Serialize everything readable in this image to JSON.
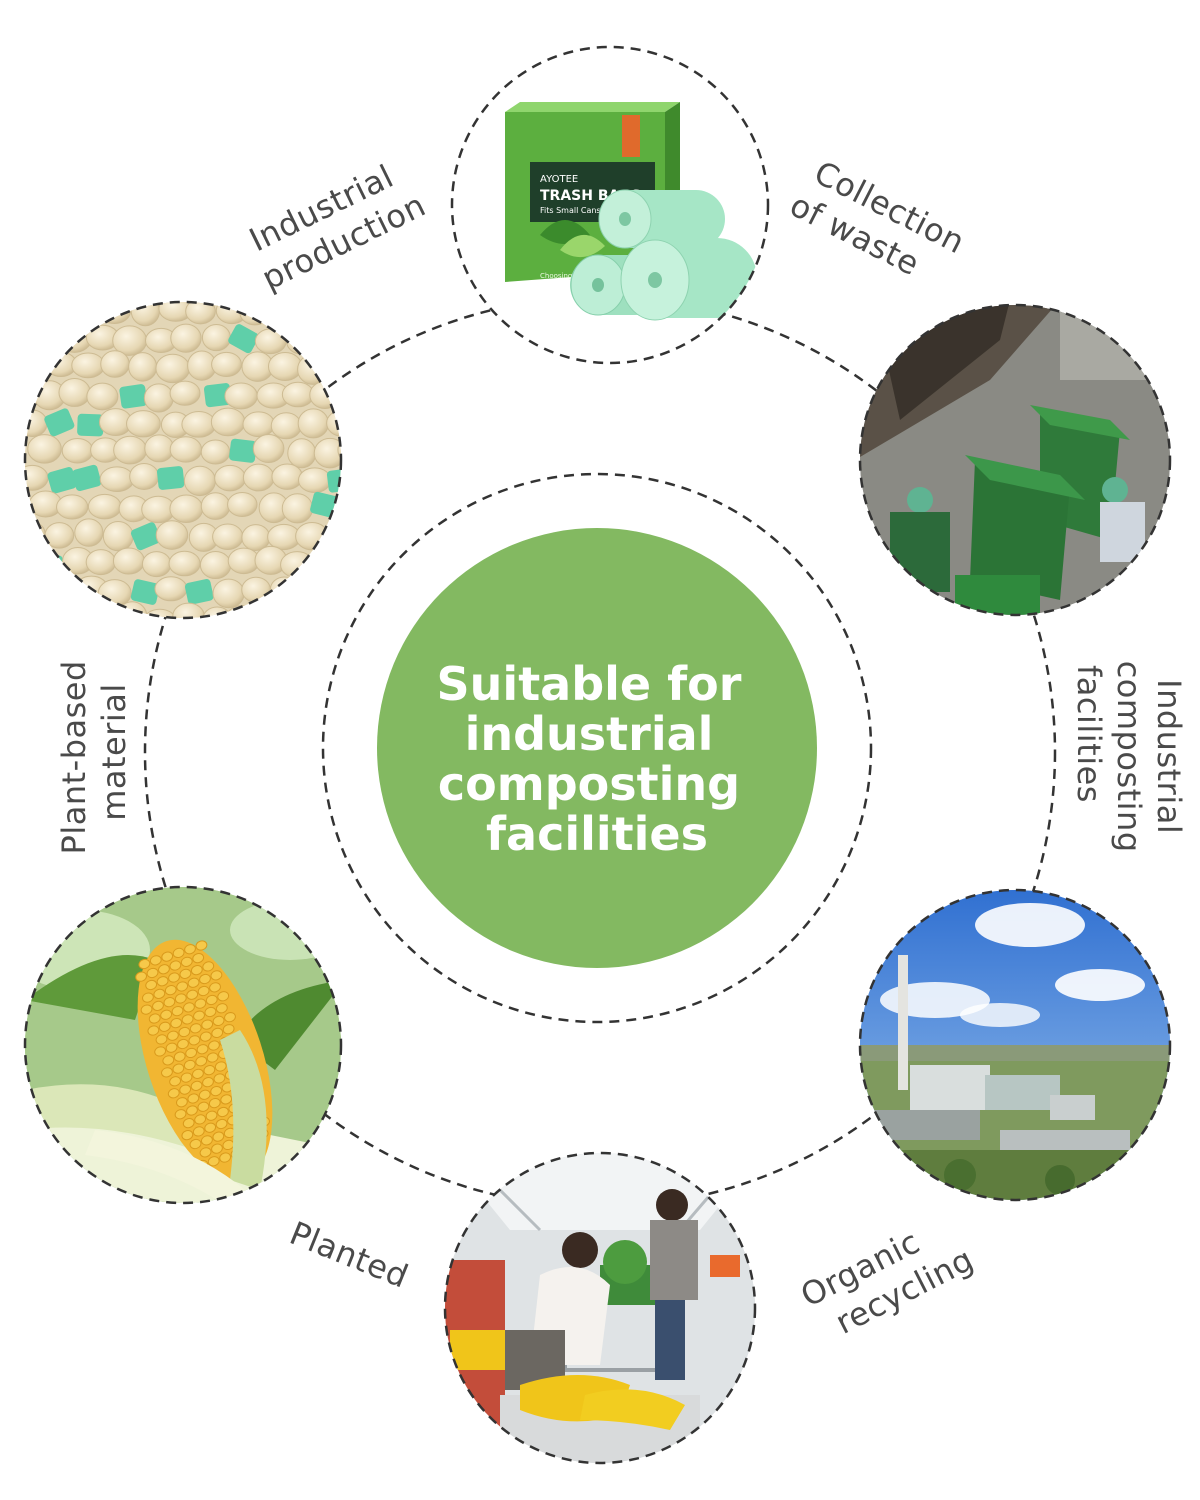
{
  "center": {
    "lines": [
      "Suitable for",
      "industrial",
      "composting",
      "facilities"
    ],
    "color": "#83b961"
  },
  "stages": {
    "industrial_production": [
      "Industrial",
      "production"
    ],
    "collection_of_waste": [
      "Collection",
      "of waste"
    ],
    "industrial_composting": [
      "Industrial",
      "composting",
      "facilities"
    ],
    "organic_recycling": [
      "Organic",
      "recycling"
    ],
    "planted": [
      "Planted"
    ],
    "plant_based_material": [
      "Plant-based",
      "material"
    ]
  },
  "product": {
    "brand": "AYOTEE",
    "name": "TRASH BAGS",
    "sub": "Fits Small Cans",
    "tagline": "Choosing G",
    "box_color": "#6cbf4a",
    "roll_color": "#a6e6c6"
  }
}
